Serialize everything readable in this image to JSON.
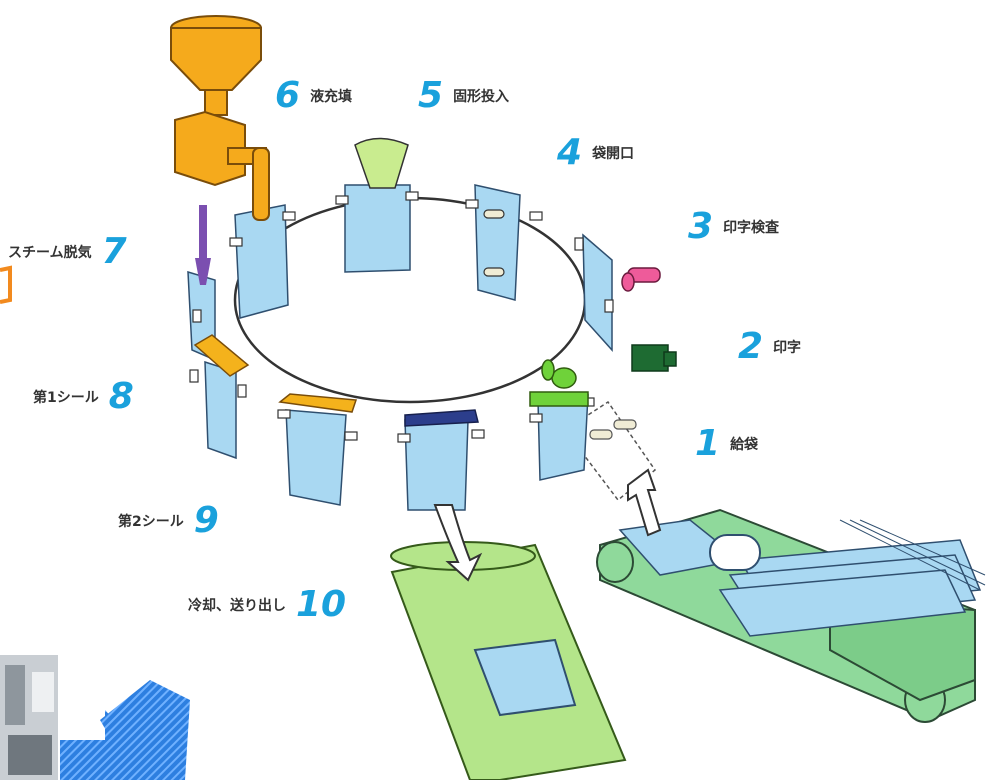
{
  "colors": {
    "number_accent": "#1aa1dc",
    "pouch_fill": "#a9d8f2",
    "pouch_stroke": "#2f4f6f",
    "conveyor_green": "#8fd99b",
    "hopper_orange": "#f5aa1c",
    "sealer_yellow": "#f4b21c",
    "cooling_sealer_navy": "#2c3e8c",
    "cooling_conveyor": "#b4e58a",
    "printer_green": "#1e6b32",
    "inspection_pink": "#ee5b9a",
    "steam_purple": "#7b4fb0",
    "decor_arrow_blue": "#2d7fe0"
  },
  "steps": [
    {
      "number": "1",
      "label": "給袋"
    },
    {
      "number": "2",
      "label": "印字"
    },
    {
      "number": "3",
      "label": "印字検査"
    },
    {
      "number": "4",
      "label": "袋開口"
    },
    {
      "number": "5",
      "label": "固形投入"
    },
    {
      "number": "6",
      "label": "液充填"
    },
    {
      "number": "7",
      "label": "スチーム脱気"
    },
    {
      "number": "8",
      "label": "第1シール"
    },
    {
      "number": "9",
      "label": "第2シール"
    },
    {
      "number": "10",
      "label": "冷却、送り出し"
    }
  ],
  "icons": {
    "hopper": "hopper-icon",
    "printer": "printer-icon",
    "camera": "camera-icon",
    "steam_nozzle": "steam-nozzle-icon",
    "arrow": "arrow-icon"
  }
}
